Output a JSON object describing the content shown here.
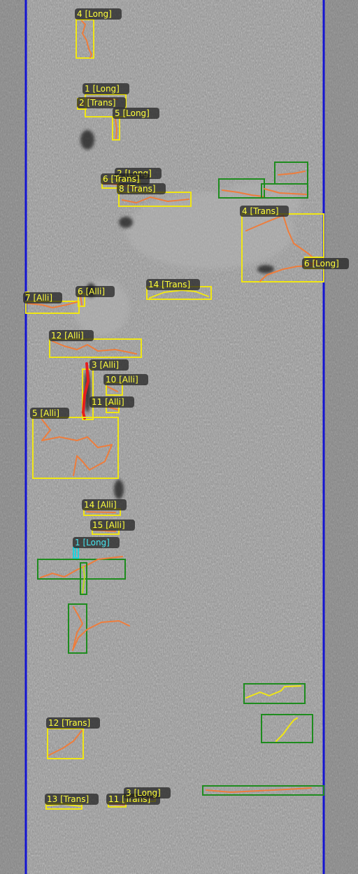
{
  "colors": {
    "lane_line": "#1414d2",
    "yellow_box": "#f0e614",
    "green_box": "#1e8c1e",
    "cyan_box": "#1ed2dc",
    "crack_orange": "#ee7d3c",
    "crack_red": "#e61e1e",
    "crack_yellow": "#f0e614",
    "crack_green": "#b4dc1e",
    "label_yellow": "#ffff3c",
    "label_cyan": "#46e6f0",
    "label_green": "#1e8c1e"
  },
  "detections": [
    {
      "label": "4 [Long]",
      "box_color": "yellow"
    },
    {
      "label": "1 [Long]",
      "box_color": "yellow"
    },
    {
      "label": "2 [Trans]",
      "box_color": "yellow"
    },
    {
      "label": "5 [Long]",
      "box_color": "yellow"
    },
    {
      "label": "2 [Long]",
      "box_color": "yellow"
    },
    {
      "label": "6 [Trans]",
      "box_color": "yellow"
    },
    {
      "label": "8 [Trans]",
      "box_color": "yellow"
    },
    {
      "label": "4 [Trans]",
      "box_color": "yellow"
    },
    {
      "label": "6 [Long]",
      "box_color": "yellow"
    },
    {
      "label": "7 [Alli]",
      "box_color": "yellow"
    },
    {
      "label": "6 [Alli]",
      "box_color": "yellow"
    },
    {
      "label": "14 [Trans]",
      "box_color": "yellow"
    },
    {
      "label": "12 [Alli]",
      "box_color": "yellow"
    },
    {
      "label": "3 [Alli]",
      "box_color": "yellow"
    },
    {
      "label": "10 [Alli]",
      "box_color": "yellow"
    },
    {
      "label": "11 [Alli]",
      "box_color": "yellow"
    },
    {
      "label": "5 [Alli]",
      "box_color": "yellow"
    },
    {
      "label": "14 [Alli]",
      "box_color": "yellow"
    },
    {
      "label": "15 [Alli]",
      "box_color": "yellow"
    },
    {
      "label": "1 [Long]",
      "box_color": "cyan"
    },
    {
      "label": "12 [Trans]",
      "box_color": "yellow"
    },
    {
      "label": "13 [Trans]",
      "box_color": "yellow"
    },
    {
      "label": "11 [Trans]",
      "box_color": "yellow"
    },
    {
      "label": "3 [Long]",
      "box_color": "yellow"
    }
  ]
}
